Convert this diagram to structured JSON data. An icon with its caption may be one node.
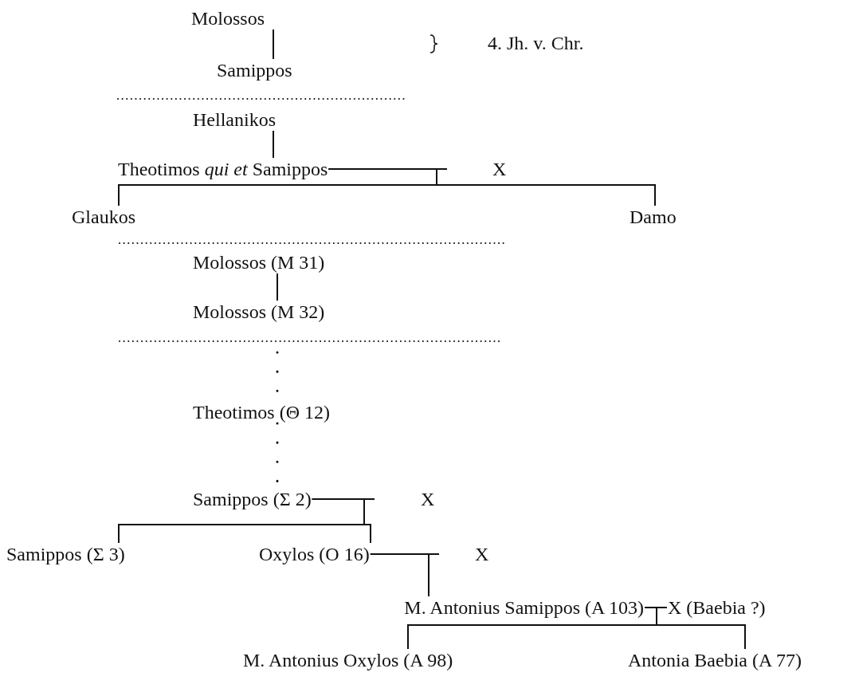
{
  "diagram": {
    "nodes": [
      {
        "text": [
          "Molossos"
        ]
      },
      {
        "text": [
          "Samippos"
        ]
      },
      {
        "text": [
          "Hellanikos"
        ]
      },
      {
        "text": [
          "Theotimos *qui et* Samippos"
        ]
      },
      {
        "text": [
          "Glaukos"
        ]
      },
      {
        "text": [
          "Damo"
        ]
      },
      {
        "text": [
          "Molossos (M 31)"
        ]
      },
      {
        "text": [
          "Molossos (M 32)"
        ]
      },
      {
        "text": [
          "Theotimos (Θ 12)"
        ]
      },
      {
        "text": [
          "Samippos (Σ 2)"
        ]
      },
      {
        "text": [
          "Samippos (Σ 3)"
        ]
      },
      {
        "text": [
          "Oxylos (O 16)"
        ]
      },
      {
        "text": [
          "M. Antonius Samippos (A 103)"
        ]
      },
      {
        "text": [
          "M. Antonius Oxylos (A 98)"
        ]
      },
      {
        "text": [
          "Antonia Baebia (A 77)"
        ]
      }
    ],
    "edges": [
      {
        "from": 0,
        "to": 1,
        "arrow": "none"
      },
      {
        "from": 2,
        "to": 3,
        "arrow": "none"
      },
      {
        "from": 3,
        "to": 4,
        "arrow": "none"
      },
      {
        "from": 3,
        "to": 5,
        "arrow": "none"
      },
      {
        "from": 6,
        "to": 7,
        "arrow": "none"
      },
      {
        "from": null,
        "to": 8,
        "arrow": "none",
        "style": "dashed"
      },
      {
        "from": 8,
        "to": 9,
        "arrow": "none",
        "style": "dashed"
      },
      {
        "from": 9,
        "to": 10,
        "arrow": "none"
      },
      {
        "from": 9,
        "to": 11,
        "arrow": "none"
      },
      {
        "from": 11,
        "to": 12,
        "arrow": "none"
      },
      {
        "from": 12,
        "to": 13,
        "arrow": "none"
      },
      {
        "from": 12,
        "to": 14,
        "arrow": "none"
      }
    ],
    "labels": [
      "4. Jh. v. Chr.",
      "X",
      "X",
      "X",
      "X (Baebia ?)"
    ]
  }
}
